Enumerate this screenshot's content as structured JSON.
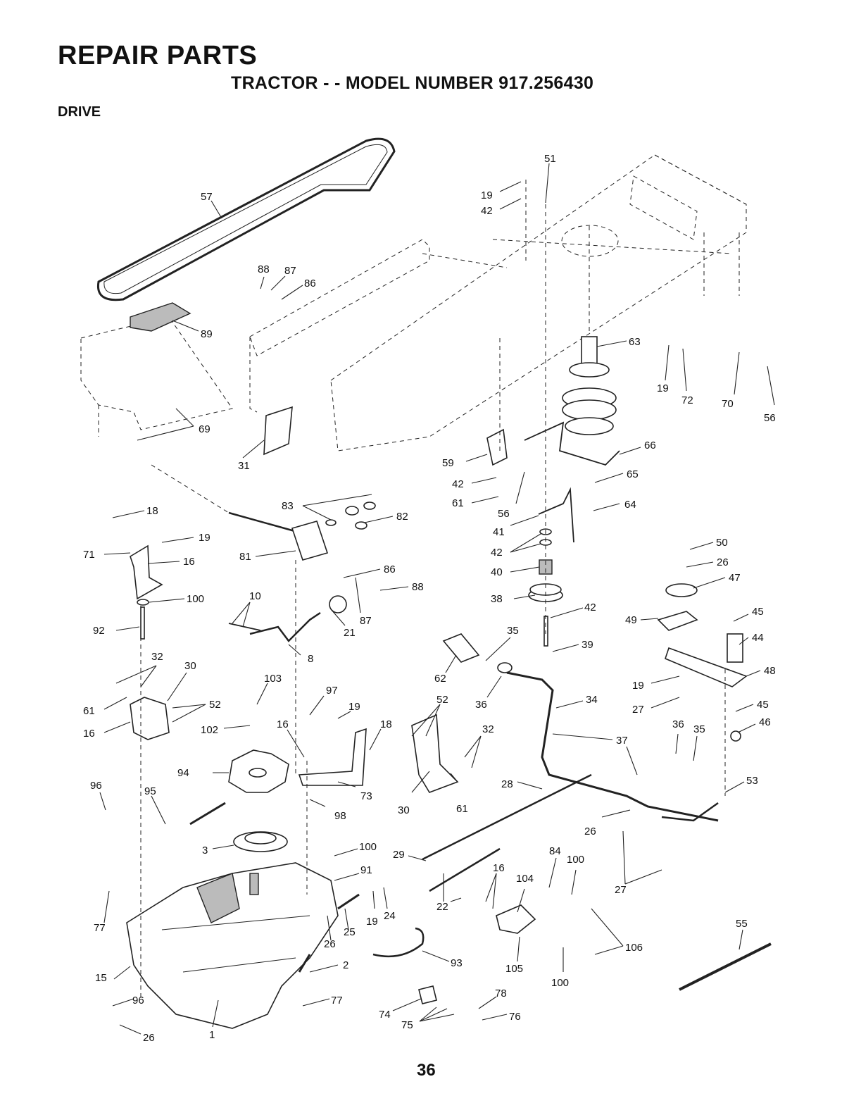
{
  "header": {
    "title": "REPAIR PARTS",
    "subtitle": "TRACTOR - - MODEL NUMBER 917.256430",
    "section": "DRIVE"
  },
  "page_number": "36",
  "callouts": [
    {
      "id": "c57",
      "label": "57"
    },
    {
      "id": "c88a",
      "label": "88"
    },
    {
      "id": "c87a",
      "label": "87"
    },
    {
      "id": "c86a",
      "label": "86"
    },
    {
      "id": "c89",
      "label": "89"
    },
    {
      "id": "c69",
      "label": "69"
    },
    {
      "id": "c31",
      "label": "31"
    },
    {
      "id": "c51",
      "label": "51"
    },
    {
      "id": "c19a",
      "label": "19"
    },
    {
      "id": "c42a",
      "label": "42"
    },
    {
      "id": "c63",
      "label": "63"
    },
    {
      "id": "c19b",
      "label": "19"
    },
    {
      "id": "c72",
      "label": "72"
    },
    {
      "id": "c70",
      "label": "70"
    },
    {
      "id": "c56a",
      "label": "56"
    },
    {
      "id": "c66",
      "label": "66"
    },
    {
      "id": "c65",
      "label": "65"
    },
    {
      "id": "c64",
      "label": "64"
    },
    {
      "id": "c59",
      "label": "59"
    },
    {
      "id": "c42b",
      "label": "42"
    },
    {
      "id": "c61a",
      "label": "61"
    },
    {
      "id": "c56b",
      "label": "56"
    },
    {
      "id": "c41",
      "label": "41"
    },
    {
      "id": "c42c",
      "label": "42"
    },
    {
      "id": "c40",
      "label": "40"
    },
    {
      "id": "c38",
      "label": "38"
    },
    {
      "id": "c42d",
      "label": "42"
    },
    {
      "id": "c39",
      "label": "39"
    },
    {
      "id": "c18a",
      "label": "18"
    },
    {
      "id": "c19c",
      "label": "19"
    },
    {
      "id": "c71",
      "label": "71"
    },
    {
      "id": "c16a",
      "label": "16"
    },
    {
      "id": "c100a",
      "label": "100"
    },
    {
      "id": "c92",
      "label": "92"
    },
    {
      "id": "c83",
      "label": "83"
    },
    {
      "id": "c82",
      "label": "82"
    },
    {
      "id": "c81",
      "label": "81"
    },
    {
      "id": "c86b",
      "label": "86"
    },
    {
      "id": "c88b",
      "label": "88"
    },
    {
      "id": "c87b",
      "label": "87"
    },
    {
      "id": "c10",
      "label": "10"
    },
    {
      "id": "c21",
      "label": "21"
    },
    {
      "id": "c8",
      "label": "8"
    },
    {
      "id": "c50",
      "label": "50"
    },
    {
      "id": "c26a",
      "label": "26"
    },
    {
      "id": "c47",
      "label": "47"
    },
    {
      "id": "c45a",
      "label": "45"
    },
    {
      "id": "c49",
      "label": "49"
    },
    {
      "id": "c44",
      "label": "44"
    },
    {
      "id": "c48",
      "label": "48"
    },
    {
      "id": "c19d",
      "label": "19"
    },
    {
      "id": "c27a",
      "label": "27"
    },
    {
      "id": "c45b",
      "label": "45"
    },
    {
      "id": "c46",
      "label": "46"
    },
    {
      "id": "c36a",
      "label": "36"
    },
    {
      "id": "c35a",
      "label": "35"
    },
    {
      "id": "c53",
      "label": "53"
    },
    {
      "id": "c32a",
      "label": "32"
    },
    {
      "id": "c30a",
      "label": "30"
    },
    {
      "id": "c61b",
      "label": "61"
    },
    {
      "id": "c52a",
      "label": "52"
    },
    {
      "id": "c16b",
      "label": "16"
    },
    {
      "id": "c103",
      "label": "103"
    },
    {
      "id": "c97",
      "label": "97"
    },
    {
      "id": "c102",
      "label": "102"
    },
    {
      "id": "c16c",
      "label": "16"
    },
    {
      "id": "c19e",
      "label": "19"
    },
    {
      "id": "c18b",
      "label": "18"
    },
    {
      "id": "c62",
      "label": "62"
    },
    {
      "id": "c35b",
      "label": "35"
    },
    {
      "id": "c52b",
      "label": "52"
    },
    {
      "id": "c36b",
      "label": "36"
    },
    {
      "id": "c34",
      "label": "34"
    },
    {
      "id": "c32b",
      "label": "32"
    },
    {
      "id": "c37",
      "label": "37"
    },
    {
      "id": "c94",
      "label": "94"
    },
    {
      "id": "c73",
      "label": "73"
    },
    {
      "id": "c98",
      "label": "98"
    },
    {
      "id": "c30b",
      "label": "30"
    },
    {
      "id": "c61c",
      "label": "61"
    },
    {
      "id": "c28",
      "label": "28"
    },
    {
      "id": "c26b",
      "label": "26"
    },
    {
      "id": "c96a",
      "label": "96"
    },
    {
      "id": "c95",
      "label": "95"
    },
    {
      "id": "c3",
      "label": "3"
    },
    {
      "id": "c100b",
      "label": "100"
    },
    {
      "id": "c29",
      "label": "29"
    },
    {
      "id": "c91",
      "label": "91"
    },
    {
      "id": "c84",
      "label": "84"
    },
    {
      "id": "c100c",
      "label": "100"
    },
    {
      "id": "c16d",
      "label": "16"
    },
    {
      "id": "c104",
      "label": "104"
    },
    {
      "id": "c27b",
      "label": "27"
    },
    {
      "id": "c22",
      "label": "22"
    },
    {
      "id": "c19f",
      "label": "19"
    },
    {
      "id": "c24",
      "label": "24"
    },
    {
      "id": "c25",
      "label": "25"
    },
    {
      "id": "c26c",
      "label": "26"
    },
    {
      "id": "c77a",
      "label": "77"
    },
    {
      "id": "c106",
      "label": "106"
    },
    {
      "id": "c55",
      "label": "55"
    },
    {
      "id": "c93",
      "label": "93"
    },
    {
      "id": "c105",
      "label": "105"
    },
    {
      "id": "c2",
      "label": "2"
    },
    {
      "id": "c15",
      "label": "15"
    },
    {
      "id": "c100d",
      "label": "100"
    },
    {
      "id": "c96b",
      "label": "96"
    },
    {
      "id": "c77b",
      "label": "77"
    },
    {
      "id": "c78",
      "label": "78"
    },
    {
      "id": "c74",
      "label": "74"
    },
    {
      "id": "c76",
      "label": "76"
    },
    {
      "id": "c75",
      "label": "75"
    },
    {
      "id": "c26d",
      "label": "26"
    },
    {
      "id": "c1",
      "label": "1"
    }
  ]
}
